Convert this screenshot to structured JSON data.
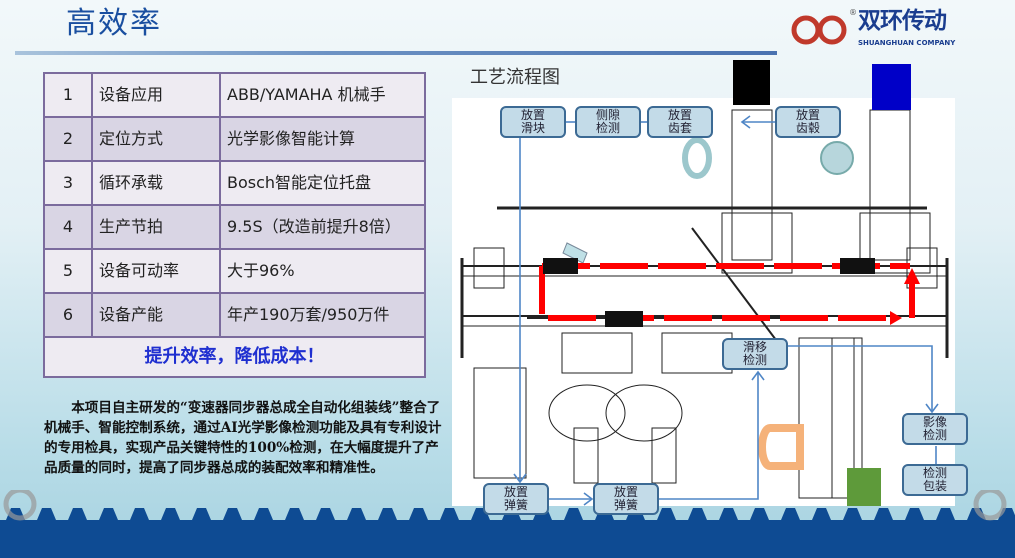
{
  "header": {
    "title": "高效率",
    "logo": {
      "name": "双环传动",
      "subtitle": "SHUANGHUAN COMPANY",
      "registered": "®"
    }
  },
  "specs": {
    "rows": [
      {
        "no": "1",
        "item": "设备应用",
        "value": "ABB/YAMAHA 机械手"
      },
      {
        "no": "2",
        "item": "定位方式",
        "value": "光学影像智能计算"
      },
      {
        "no": "3",
        "item": "循环承载",
        "value": "Bosch智能定位托盘"
      },
      {
        "no": "4",
        "item": "生产节拍",
        "value": "9.5S（改造前提升8倍）"
      },
      {
        "no": "5",
        "item": "设备可动率",
        "value": "大于96%"
      },
      {
        "no": "6",
        "item": "设备产能",
        "value": "年产190万套/950万件"
      }
    ],
    "footer": "提升效率，降低成本！"
  },
  "description": "本项目自主研发的“变速器同步器总成全自动化组装线”整合了机械手、智能控制系统，通过AI光学影像检测功能及具有专利设计的专用检具，实现产品关键特性的100%检测，在大幅度提升了产品质量的同时，提高了同步器总成的装配效率和精准性。",
  "flow": {
    "title": "工艺流程图",
    "steps": {
      "place_slider": "放置\n滑块",
      "backlash": "侧隙\n检测",
      "place_sleeve": "放置\n齿套",
      "place_hub": "放置\n齿毂",
      "slip": "滑移\n检测",
      "image": "影像\n检测",
      "pack": "检测\n包装",
      "spring1": "放置\n弹簧",
      "spring2": "放置\n弹簧"
    },
    "colors": {
      "path": "#ff0000",
      "box": "#c3dbe8",
      "arrow": "#4f86c6",
      "band": "#0e4b93"
    }
  }
}
